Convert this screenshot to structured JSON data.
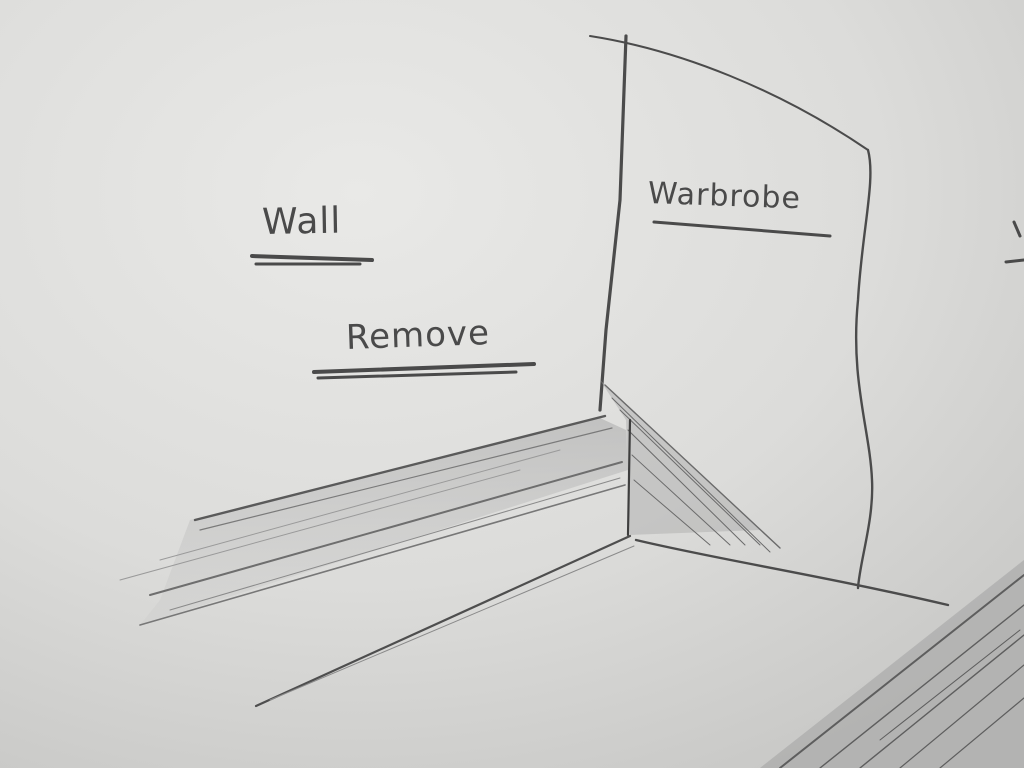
{
  "labels": {
    "wall": "Wall",
    "remove": "Remove",
    "wardrobe": "Warbrobe"
  }
}
